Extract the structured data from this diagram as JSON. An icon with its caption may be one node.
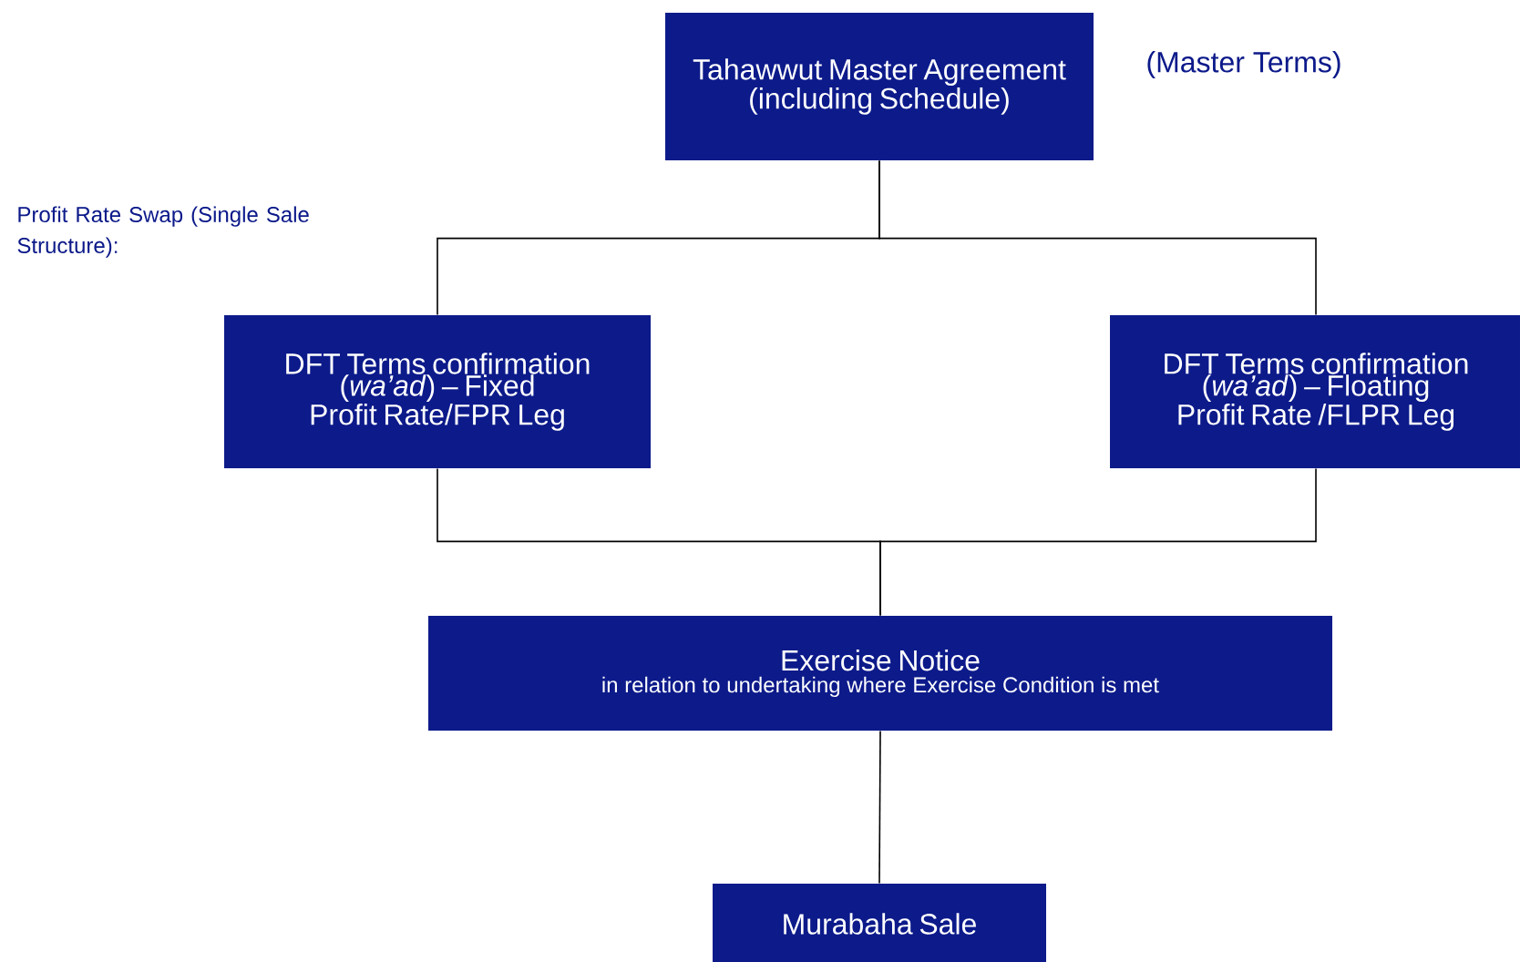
{
  "diagram": {
    "nodes": [
      {
        "text": [
          "Tahawwut Master Agreement (including Schedule)"
        ],
        "beside": [
          "(Master Terms)"
        ]
      },
      {
        "text": [
          "DFT Terms confirmation (*wa’ad*) – Fixed Profit Rate/FPR Leg"
        ]
      },
      {
        "text": [
          "DFT Terms confirmation (*wa’ad*) – Floating Profit Rate /FLPR Leg"
        ]
      },
      {
        "text": [
          "Exercise Notice",
          "in relation to undertaking where Exercise Condition is met"
        ]
      },
      {
        "text": [
          "Murabaha Sale"
        ]
      }
    ],
    "edges": [
      {
        "from": 0,
        "to": 1,
        "arrow": "none"
      },
      {
        "from": 0,
        "to": 2,
        "arrow": "none"
      },
      {
        "from": 1,
        "to": 3,
        "arrow": "none"
      },
      {
        "from": 2,
        "to": 3,
        "arrow": "none"
      },
      {
        "from": 3,
        "to": 4,
        "arrow": "none"
      }
    ],
    "labels": [
      "Profit Rate Swap (Single Sale Structure):"
    ]
  }
}
